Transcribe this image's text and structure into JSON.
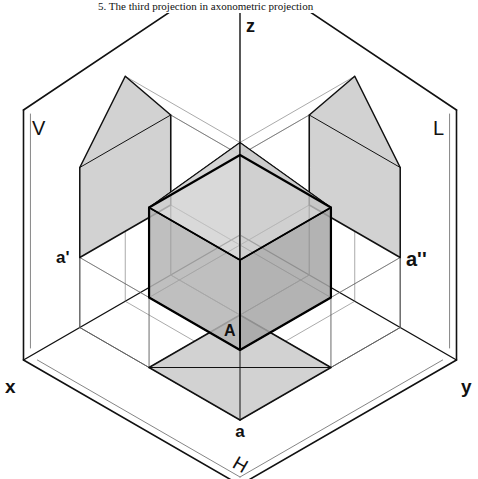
{
  "diagram": {
    "title": "5. The third projection in axonometric projection",
    "labels": [
      "z",
      "V",
      "L",
      "a'",
      "a''",
      "x",
      "y",
      "A",
      "a",
      "H"
    ]
  }
}
